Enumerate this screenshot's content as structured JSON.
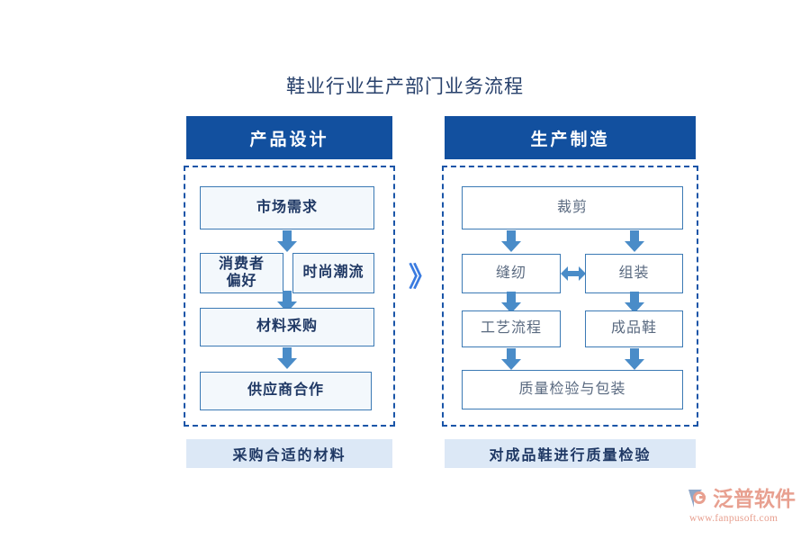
{
  "page": {
    "title": "鞋业行业生产部门业务流程",
    "background": "#ffffff"
  },
  "colors": {
    "header_blue": "#12509f",
    "dashed_border": "#1a55a8",
    "box_border": "#3b79b4",
    "left_box_fill": "#f3f8fc",
    "right_box_fill": "#ffffff",
    "left_text": "#1f3864",
    "right_text": "#5a6a80",
    "arrow_blue": "#4a8cc8",
    "caption_fill": "#dce8f6",
    "chevron": "#3a7be0",
    "title_text": "#27406b",
    "watermark": "#e8a090"
  },
  "columns": [
    {
      "id": "design",
      "header": "产品设计",
      "caption": "采购合适的材料",
      "nodes": [
        {
          "id": "market",
          "label": "市场需求"
        },
        {
          "id": "consumer",
          "label": "消费者偏好"
        },
        {
          "id": "fashion",
          "label": "时尚潮流"
        },
        {
          "id": "material",
          "label": "材料采购"
        },
        {
          "id": "supplier",
          "label": "供应商合作"
        }
      ]
    },
    {
      "id": "manufacture",
      "header": "生产制造",
      "caption": "对成品鞋进行质量检验",
      "nodes": [
        {
          "id": "cutting",
          "label": "裁剪"
        },
        {
          "id": "sewing",
          "label": "缝纫"
        },
        {
          "id": "assembly",
          "label": "组装"
        },
        {
          "id": "process",
          "label": "工艺流程"
        },
        {
          "id": "finished",
          "label": "成品鞋"
        },
        {
          "id": "qc",
          "label": "质量检验与包装"
        }
      ]
    }
  ],
  "separator": {
    "glyph": "》",
    "name": "double-chevron-right"
  },
  "node_labels": {
    "market": "市场需求",
    "consumer_line1": "消费者",
    "consumer_line2": "偏好",
    "fashion": "时尚潮流",
    "material": "材料采购",
    "supplier": "供应商合作",
    "cutting": "裁剪",
    "sewing": "缝纫",
    "assembly": "组装",
    "process": "工艺流程",
    "finished": "成品鞋",
    "qc": "质量检验与包装"
  },
  "watermark": {
    "brand": "泛普软件",
    "url": "www.fanpusoft.com"
  }
}
